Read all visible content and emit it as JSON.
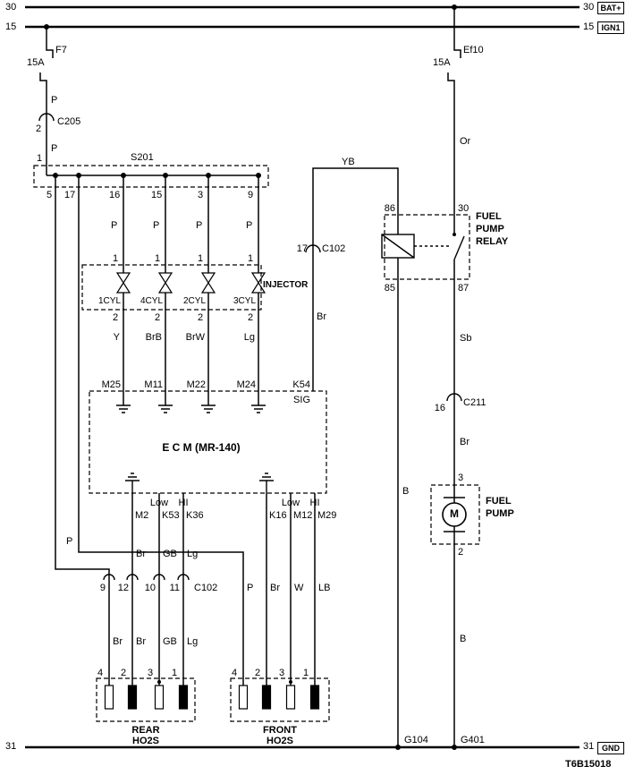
{
  "power": {
    "bat_line": "30",
    "bat_terminal": "BAT+",
    "ign_line": "15",
    "ign_terminal": "IGN1",
    "gnd_line": "31",
    "gnd_terminal": "GND"
  },
  "fuse_f7": {
    "name": "F7",
    "rating": "15A"
  },
  "fuse_ef10": {
    "name": "Ef10",
    "rating": "15A"
  },
  "c205": {
    "pin": "2",
    "name": "C205"
  },
  "s201": {
    "name": "S201",
    "entry_pin": "1",
    "pins": [
      "5",
      "17",
      "16",
      "15",
      "3",
      "9"
    ]
  },
  "wire": {
    "p": "P",
    "or": "Or",
    "yb": "YB",
    "br": "Br",
    "sb": "Sb",
    "b": "B",
    "y": "Y",
    "brb": "BrB",
    "brw": "BrW",
    "lg": "Lg",
    "gb": "GB",
    "w": "W",
    "lb": "LB"
  },
  "injector": {
    "label": "INJECTOR",
    "top_pin": "1",
    "bottom_pin": "2",
    "cylinders": [
      "1CYL",
      "4CYL",
      "2CYL",
      "3CYL"
    ]
  },
  "c102_sig": {
    "pin": "17",
    "name": "C102"
  },
  "ecm": {
    "title": "E C M (MR-140)",
    "pins_top": [
      "M25",
      "M11",
      "M22",
      "M24"
    ],
    "sig_pin": "K54",
    "sig": "SIG",
    "pins_rear": [
      "M2",
      "K53",
      "K36"
    ],
    "pins_front": [
      "K16",
      "M12",
      "M29"
    ],
    "low": "Low",
    "hi": "HI"
  },
  "c102_ho2s": {
    "pins": [
      "9",
      "12",
      "10",
      "11"
    ],
    "name": "C102"
  },
  "rear_ho2s": {
    "pins": [
      "4",
      "2",
      "3",
      "1"
    ],
    "name_line1": "REAR",
    "name_line2": "HO2S"
  },
  "front_ho2s": {
    "pins": [
      "4",
      "2",
      "3",
      "1"
    ],
    "name_line1": "FRONT",
    "name_line2": "HO2S"
  },
  "relay": {
    "pin_86": "86",
    "pin_30": "30",
    "pin_85": "85",
    "pin_87": "87",
    "name_line1": "FUEL",
    "name_line2": "PUMP",
    "name_line3": "RELAY"
  },
  "c211": {
    "pin": "16",
    "name": "C211"
  },
  "pump": {
    "pin_in": "3",
    "pin_out": "2",
    "motor": "M",
    "name_line1": "FUEL",
    "name_line2": "PUMP"
  },
  "grounds": {
    "g104": "G104",
    "g401": "G401"
  },
  "doc_number": "T6B15018"
}
